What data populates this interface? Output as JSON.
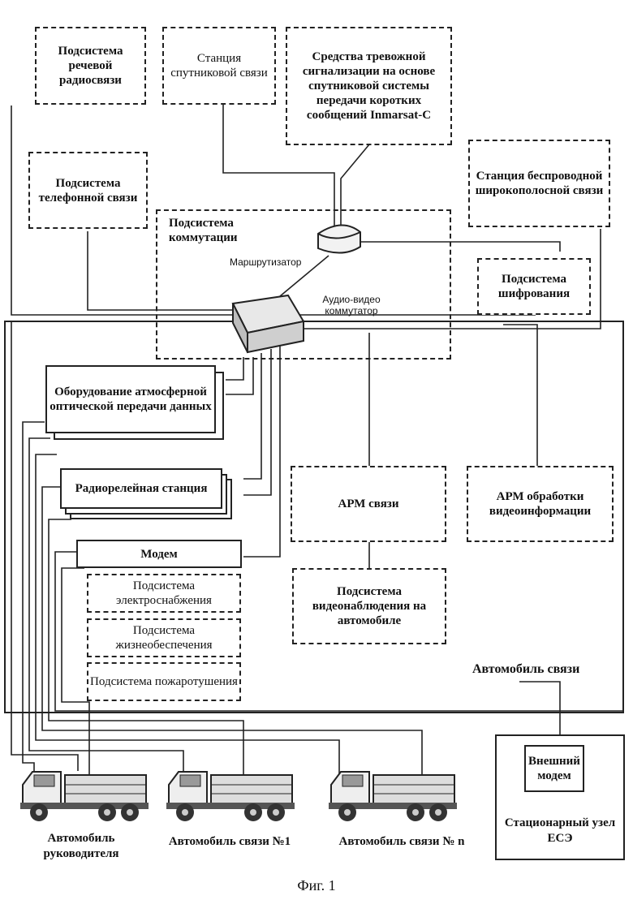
{
  "nodes": {
    "voice_radio": "Подсистема речевой радиосвязи",
    "satellite_station": "Станция спутниковой связи",
    "alarm": "Средства тревожной сигнализации на основе спутниковой системы передачи коротких сообщений Inmarsat-C",
    "telephone": "Подсистема телефонной связи",
    "broadband": "Станция беспроводной широкополосной связи",
    "switching": "Подсистема коммутации",
    "router": "Маршрутизатор",
    "av_switch": "Аудио-видео коммутатор",
    "encryption": "Подсистема шифрования",
    "optical": "Оборудование атмосферной оптической передачи данных",
    "relay": "Радиорелейная станция",
    "arm_comm": "АРМ связи",
    "arm_video": "АРМ обработки видеоинформации",
    "modem": "Модем",
    "power": "Подсистема электроснабжения",
    "life": "Подсистема жизнеобеспечения",
    "fire": "Подсистема пожаротушения",
    "video_surv": "Подсистема видеонаблюдения на автомобиле",
    "vehicle": "Автомобиль связи",
    "ext_modem": "Внешний модем",
    "stationary": "Стационарный узел ЕСЭ",
    "truck_leader": "Автомобиль руководителя",
    "truck_1": "Автомобиль связи №1",
    "truck_n": "Автомобиль связи № n"
  },
  "caption": "Фиг. 1"
}
